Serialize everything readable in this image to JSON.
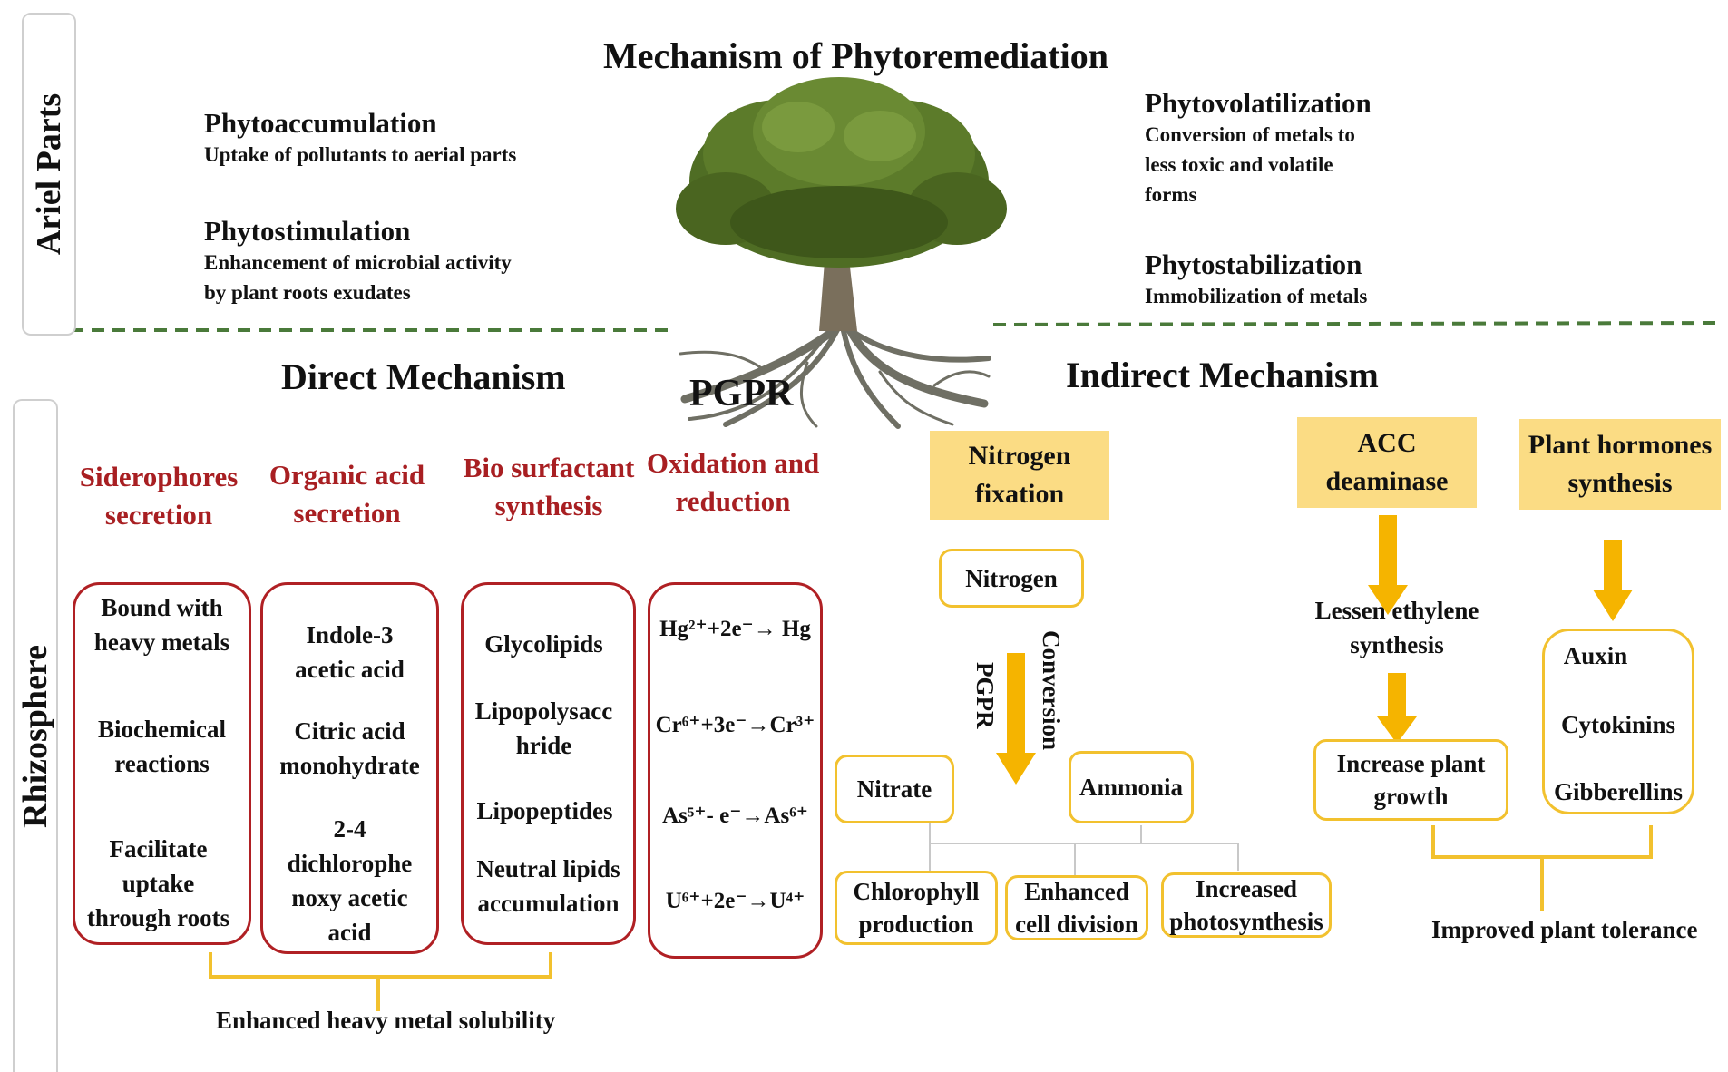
{
  "title": "Mechanism of Phytoremediation",
  "side_labels": {
    "top": "Ariel Parts",
    "bottom": "Rhizosphere"
  },
  "aerial_processes": {
    "phytoaccumulation": {
      "name": "Phytoaccumulation",
      "desc": "Uptake of pollutants to aerial parts"
    },
    "phytostimulation": {
      "name": "Phytostimulation",
      "desc_1": "Enhancement of microbial activity",
      "desc_2": "by plant roots exudates"
    },
    "phytovolatilization": {
      "name": "Phytovolatilization",
      "desc_1": "Conversion of metals to",
      "desc_2": "less toxic and volatile",
      "desc_3": "forms"
    },
    "phytostabilization": {
      "name": "Phytostabilization",
      "desc": "Immobilization of metals"
    }
  },
  "pgpr_label": "PGPR",
  "direct": {
    "heading": "Direct Mechanism",
    "columns": [
      {
        "heading_1": "Siderophores",
        "heading_2": "secretion",
        "items": [
          "Bound with",
          "heavy metals",
          "Biochemical",
          "reactions",
          "Facilitate",
          "uptake",
          "through roots"
        ]
      },
      {
        "heading_1": "Organic acid",
        "heading_2": "secretion",
        "items": [
          "Indole-3",
          "acetic acid",
          "Citric acid",
          "monohydrate",
          "2-4",
          "dichlorophe",
          "noxy acetic",
          "acid"
        ]
      },
      {
        "heading_1": "Bio surfactant",
        "heading_2": "synthesis",
        "items": [
          "Glycolipids",
          "Lipopolysacc",
          "hride",
          "Lipopeptides",
          "Neutral lipids",
          "accumulation"
        ]
      },
      {
        "heading_1": "Oxidation and",
        "heading_2": "reduction",
        "reactions": [
          "Hg²⁺+2e⁻→ Hg",
          "Cr⁶⁺+3e⁻→Cr³⁺",
          "As⁵⁺- e⁻→As⁶⁺",
          "U⁶⁺+2e⁻→U⁴⁺"
        ]
      }
    ],
    "footer": "Enhanced heavy metal solubility"
  },
  "indirect": {
    "heading": "Indirect Mechanism",
    "nitrogen": {
      "head_1": "Nitrogen",
      "head_2": "fixation",
      "source": "Nitrogen",
      "arrow_left": "PGPR",
      "arrow_right": "Conversion",
      "nitrate": "Nitrate",
      "ammonia": "Ammonia",
      "outcomes": [
        {
          "l1": "Chlorophyll",
          "l2": "production"
        },
        {
          "l1": "Enhanced",
          "l2": "cell division"
        },
        {
          "l1": "Increased",
          "l2": "photosynthesis"
        }
      ]
    },
    "acc": {
      "head_1": "ACC",
      "head_2": "deaminase",
      "step_1": "Lessen ethylene",
      "step_2": "synthesis",
      "result_1": "Increase plant",
      "result_2": "growth"
    },
    "hormones": {
      "head_1": "Plant hormones",
      "head_2": "synthesis",
      "items": [
        "Auxin",
        "Cytokinins",
        "Gibberellins"
      ]
    },
    "footer": "Improved plant tolerance"
  },
  "colors": {
    "red": "#a81f22",
    "yellow_fill": "#fbdc84",
    "yellow_border": "#f2c12e",
    "arrow_yellow": "#f5b400",
    "arrow_red": "#c8201f",
    "dashed_green": "#4a7a3a"
  }
}
